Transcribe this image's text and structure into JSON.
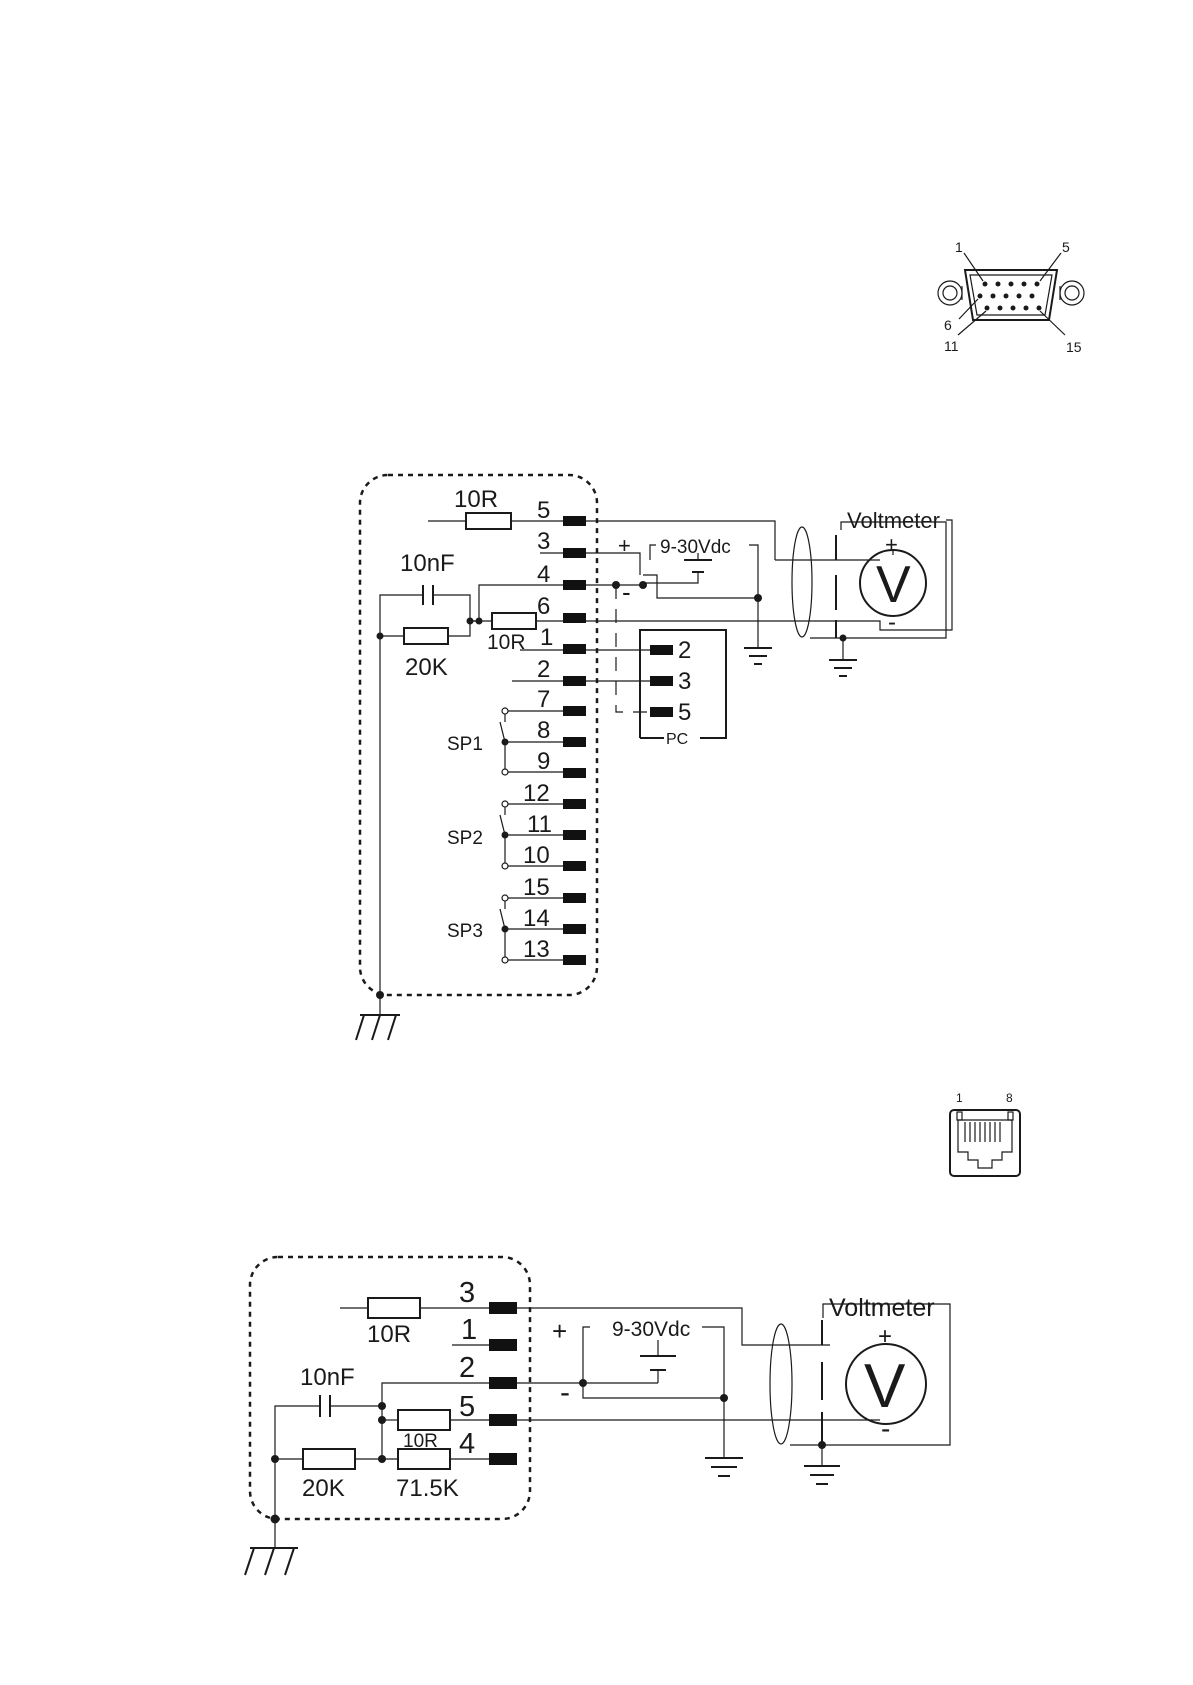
{
  "vga_connector": {
    "pin_labels": [
      "1",
      "5",
      "6",
      "11",
      "15"
    ]
  },
  "rj45_connector": {
    "pin_labels": [
      "1",
      "8"
    ]
  },
  "diagram1": {
    "pin_numbers": [
      "5",
      "3",
      "4",
      "6",
      "1",
      "2",
      "7",
      "8",
      "9",
      "12",
      "11",
      "10",
      "15",
      "14",
      "13"
    ],
    "resistor_top": "10R",
    "capacitor": "10nF",
    "resistor_20k": "20K",
    "resistor_series": "10R",
    "supply": "9-30Vdc",
    "plus": "+",
    "minus": "-",
    "voltmeter": "Voltmeter",
    "v_symbol": "V",
    "v_plus": "+",
    "v_minus": "-",
    "pc_pins": [
      "2",
      "3",
      "5"
    ],
    "pc_label": "PC",
    "setpoints": [
      "SP1",
      "SP2",
      "SP3"
    ]
  },
  "diagram2": {
    "pin_numbers": [
      "3",
      "1",
      "2",
      "5",
      "4"
    ],
    "resistor_top": "10R",
    "capacitor": "10nF",
    "resistor_20k": "20K",
    "resistor_series": "10R",
    "resistor_715k": "71.5K",
    "supply": "9-30Vdc",
    "plus": "+",
    "minus": "-",
    "voltmeter": "Voltmeter",
    "v_symbol": "V",
    "v_plus": "+",
    "v_minus": "-"
  }
}
